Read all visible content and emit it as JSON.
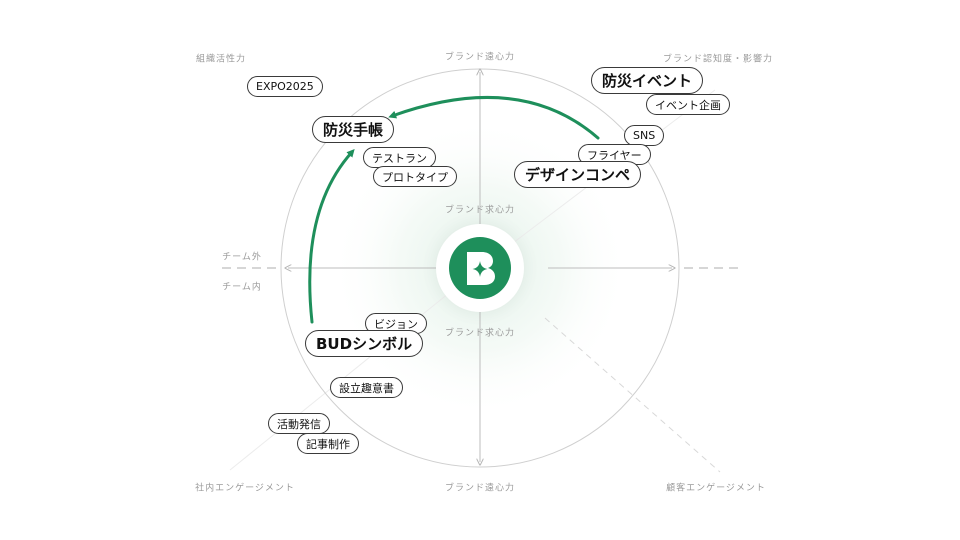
{
  "colors": {
    "accent": "#1e8f5b",
    "grid": "#d0d0d0",
    "label": "#9a9a9a"
  },
  "corner_labels": {
    "top_left": "組織活性力",
    "top_right": "ブランド認知度・影響力",
    "bottom_left": "社内エンゲージメント",
    "bottom_right": "顧客エンゲージメント"
  },
  "axis_labels": {
    "top_outer": "ブランド遠心力",
    "bottom_outer": "ブランド遠心力",
    "inner_top": "ブランド求心力",
    "inner_bottom": "ブランド求心力",
    "team_outside": "チーム外",
    "team_inside": "チーム内"
  },
  "logo": {
    "icon": "b-sparkle-logo-icon",
    "color": "#1e8f5b"
  },
  "items": {
    "expo2025": "EXPO2025",
    "bousai_techo": "防災手帳",
    "test_run": "テストラン",
    "prototype": "プロトタイプ",
    "bousai_event": "防災イベント",
    "event_kikaku": "イベント企画",
    "sns": "SNS",
    "flyer": "フライヤー",
    "design_compe": "デザインコンペ",
    "vision": "ビジョン",
    "bud_symbol": "BUDシンボル",
    "setsuritsu": "設立趣意書",
    "katsudo_hasshin": "活動発信",
    "kiji_seisaku": "記事制作"
  }
}
